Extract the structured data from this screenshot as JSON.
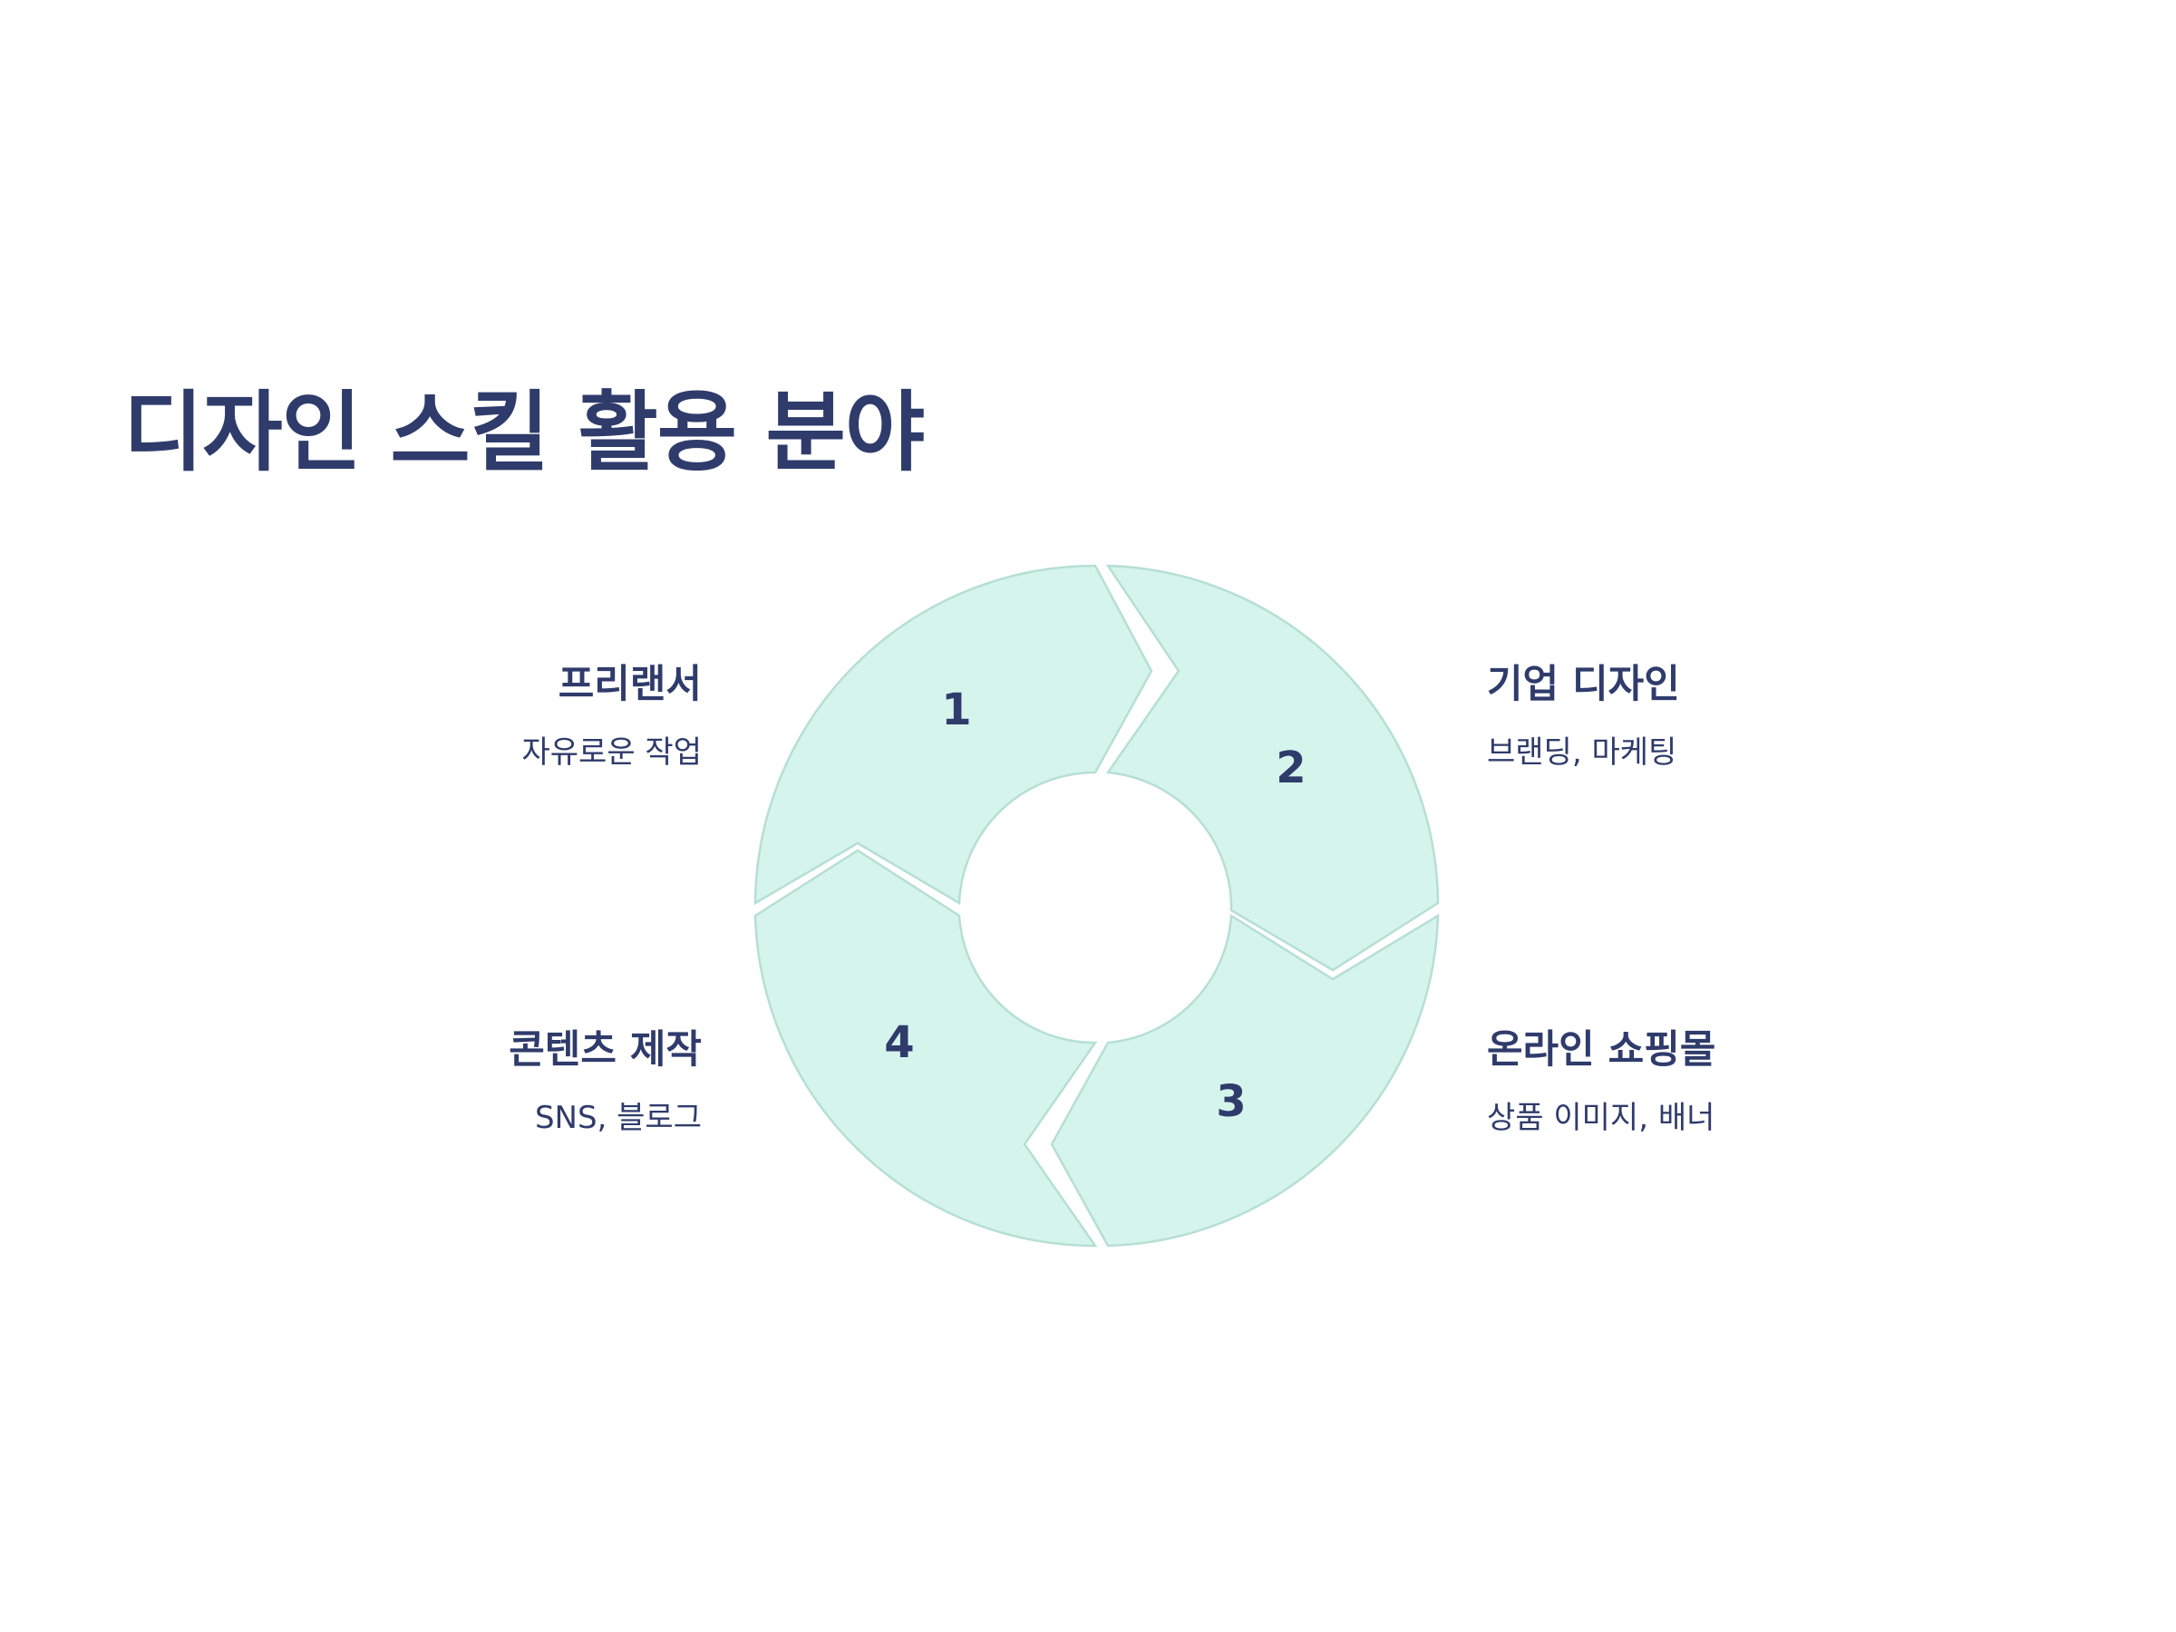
{
  "title": "디자인 스킬 활용 분야",
  "colors": {
    "segment_fill": "#d5f4ec",
    "segment_stroke": "#b6dfd4",
    "text": "#2f3b6b",
    "background": "#ffffff"
  },
  "items": [
    {
      "number": "1",
      "title": "프리랜서",
      "description": "자유로운 작업"
    },
    {
      "number": "2",
      "title": "기업 디자인",
      "description": "브랜딩, 마케팅"
    },
    {
      "number": "3",
      "title": "온라인 쇼핑몰",
      "description": "상품 이미지, 배너"
    },
    {
      "number": "4",
      "title": "콘텐츠 제작",
      "description": "SNS, 블로그"
    }
  ]
}
